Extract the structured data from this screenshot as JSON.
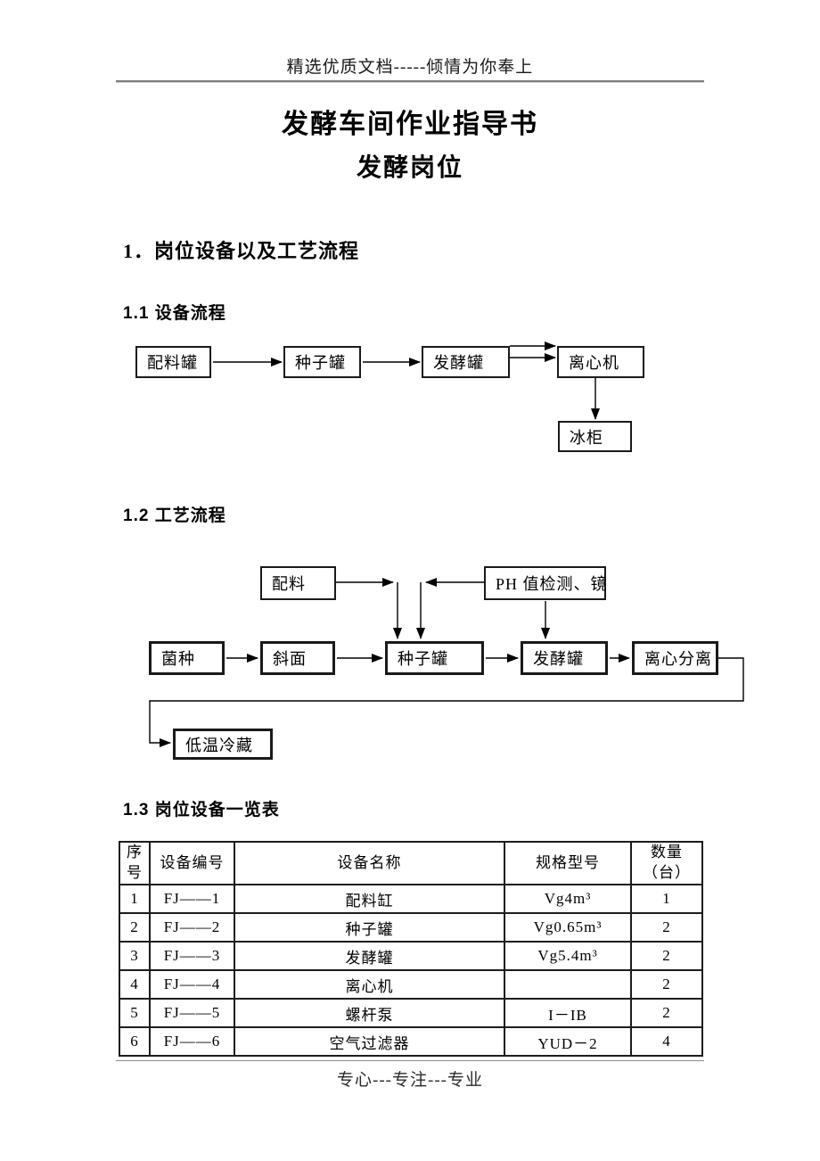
{
  "header": {
    "text": "精选优质文档-----倾情为你奉上"
  },
  "titles": {
    "main": "发酵车间作业指导书",
    "sub": "发酵岗位"
  },
  "headings": {
    "h1": "1．岗位设备以及工艺流程",
    "h11": "1.1 设备流程",
    "h12": "1.2 工艺流程",
    "h13": "1.3 岗位设备一览表"
  },
  "flow_equipment": {
    "nodes": [
      "配料罐",
      "种子罐",
      "发酵罐",
      "离心机",
      "冰柜"
    ]
  },
  "flow_process": {
    "nodes": [
      "配料",
      "PH 值检测、镜",
      "菌种",
      "斜面",
      "种子罐",
      "发酵罐",
      "离心分离",
      "低温冷藏"
    ]
  },
  "equipment_table": {
    "headers": [
      "序\n号",
      "设备编号",
      "设备名称",
      "规格型号",
      "数量\n（台）"
    ],
    "rows": [
      [
        "1",
        "FJ——1",
        "配料缸",
        "Vg4m³",
        "1"
      ],
      [
        "2",
        "FJ——2",
        "种子罐",
        "Vg0.65m³",
        "2"
      ],
      [
        "3",
        "FJ——3",
        "发酵罐",
        "Vg5.4m³",
        "2"
      ],
      [
        "4",
        "FJ——4",
        "离心机",
        "",
        "2"
      ],
      [
        "5",
        "FJ——5",
        "螺杆泵",
        "I－IB",
        "2"
      ],
      [
        "6",
        "FJ——6",
        "空气过滤器",
        "YUD－2",
        "4"
      ]
    ]
  },
  "footer": {
    "text": "专心---专注---专业"
  },
  "colors": {
    "ink": "#000000",
    "rule_gray": "#7d7d7d"
  }
}
